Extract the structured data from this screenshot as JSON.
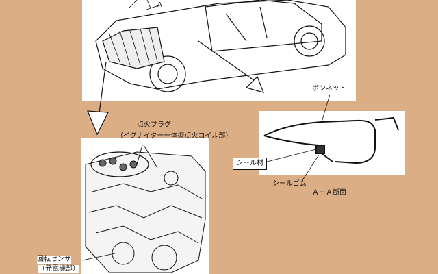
{
  "labels": {
    "a": "A",
    "spark_plug": "点火プラグ",
    "spark_plug_sub": "（イグナイター一体型点火コイル部）",
    "bonnet": "ボンネット",
    "seal_material": "シール材",
    "seal_rubber": "シールゴム",
    "section": "Ａ－Ａ断面",
    "rotation_sensor": "回転センサ",
    "rotation_sensor_sub": "（発電機部）"
  },
  "colors": {
    "background": "#dcae86",
    "panel": "#ffffff",
    "line": "#111111"
  }
}
